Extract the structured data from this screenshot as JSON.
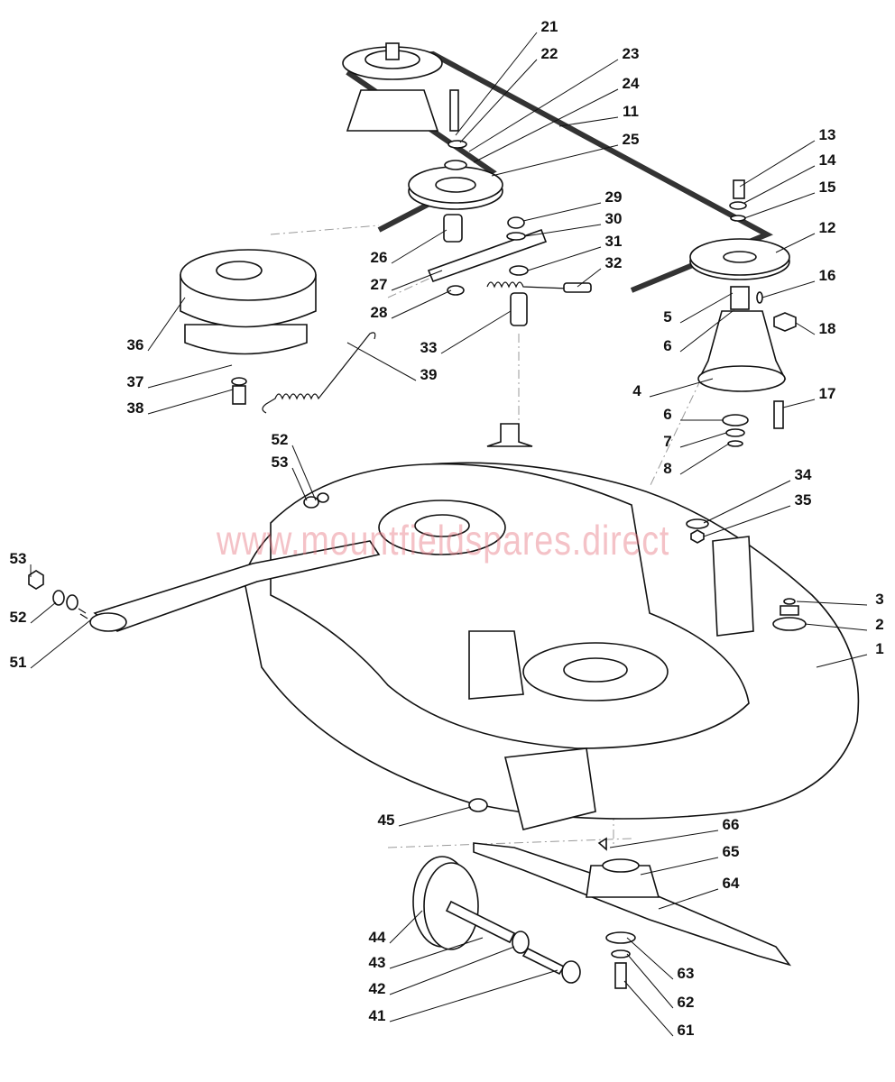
{
  "diagram": {
    "title": "Cutting deck exploded parts diagram",
    "watermark": "www.mountfieldspares.direct",
    "part_labels": [
      "21",
      "22",
      "23",
      "24",
      "11",
      "25",
      "13",
      "14",
      "15",
      "12",
      "16",
      "5",
      "6",
      "18",
      "4",
      "17",
      "6",
      "7",
      "8",
      "29",
      "30",
      "31",
      "32",
      "26",
      "27",
      "28",
      "33",
      "36",
      "37",
      "38",
      "39",
      "52",
      "53",
      "34",
      "35",
      "53",
      "52",
      "51",
      "3",
      "2",
      "1",
      "45",
      "66",
      "65",
      "64",
      "44",
      "43",
      "42",
      "41",
      "63",
      "62",
      "61"
    ]
  }
}
